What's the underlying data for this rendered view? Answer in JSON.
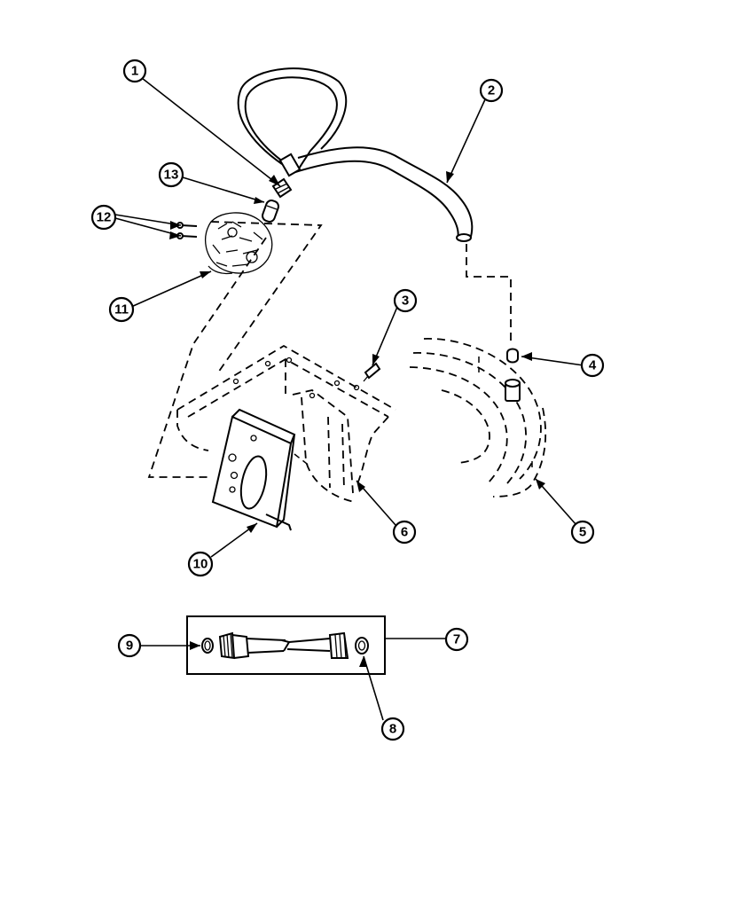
{
  "diagram": {
    "callouts": [
      {
        "id": "callout-1",
        "label": "1"
      },
      {
        "id": "callout-2",
        "label": "2"
      },
      {
        "id": "callout-3",
        "label": "3"
      },
      {
        "id": "callout-4",
        "label": "4"
      },
      {
        "id": "callout-5",
        "label": "5"
      },
      {
        "id": "callout-6",
        "label": "6"
      },
      {
        "id": "callout-7",
        "label": "7"
      },
      {
        "id": "callout-8",
        "label": "8"
      },
      {
        "id": "callout-9",
        "label": "9"
      },
      {
        "id": "callout-10",
        "label": "10"
      },
      {
        "id": "callout-11",
        "label": "11"
      },
      {
        "id": "callout-12",
        "label": "12"
      },
      {
        "id": "callout-13",
        "label": "13"
      }
    ],
    "colors": {
      "ink": "#000000",
      "paper": "#ffffff"
    }
  }
}
